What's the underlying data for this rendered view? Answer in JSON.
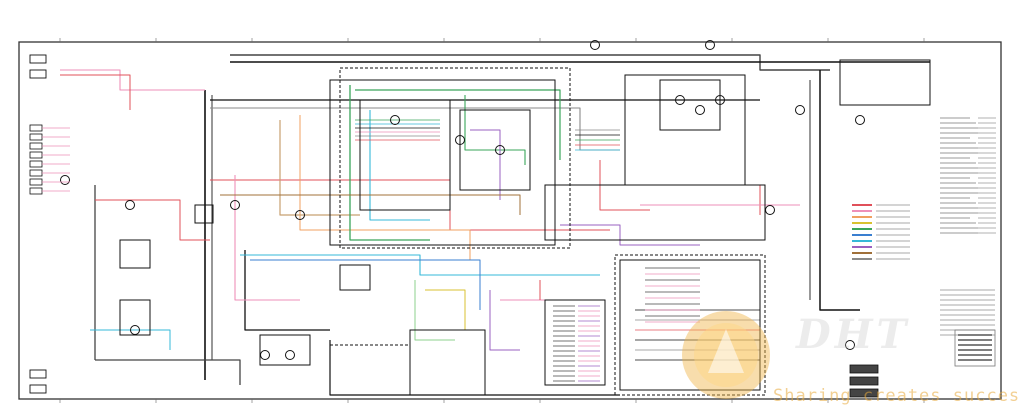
{
  "document": {
    "type": "wiring schematic sheet",
    "background": "#ffffff",
    "frame_color": "#333333"
  },
  "wire_colors": {
    "black": "#111111",
    "dark_gray": "#444444",
    "gray": "#8a8a8a",
    "red": "#e0505a",
    "pink": "#ee8fb8",
    "orange": "#f0a060",
    "yellow": "#d9c230",
    "green": "#3aa55a",
    "light_green": "#8cd08c",
    "blue": "#3a7fd0",
    "cyan": "#35b8d8",
    "purple": "#9a60c0",
    "brown": "#a0703a",
    "tan": "#c8a070"
  },
  "legend": {
    "entries": [
      {
        "color": "red"
      },
      {
        "color": "pink"
      },
      {
        "color": "orange"
      },
      {
        "color": "yellow"
      },
      {
        "color": "green"
      },
      {
        "color": "blue"
      },
      {
        "color": "cyan"
      },
      {
        "color": "purple"
      },
      {
        "color": "brown"
      },
      {
        "color": "gray"
      }
    ]
  },
  "watermark": {
    "brand": "DHT",
    "tagline": "Sharing creates success",
    "icon": "logo-emblem-icon",
    "color": "#e8a83c"
  }
}
